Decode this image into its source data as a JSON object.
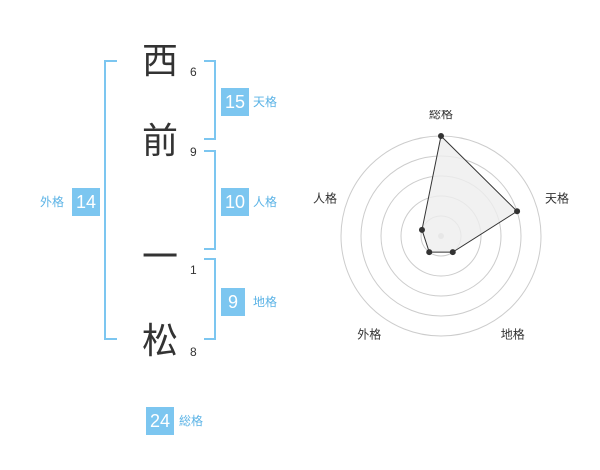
{
  "name": {
    "chars": [
      {
        "char": "西",
        "strokes": "6"
      },
      {
        "char": "前",
        "strokes": "9"
      },
      {
        "char": "一",
        "strokes": "1"
      },
      {
        "char": "松",
        "strokes": "8"
      }
    ]
  },
  "fortune": {
    "tenkaku": {
      "value": "15",
      "label": "天格"
    },
    "jinkaku": {
      "value": "10",
      "label": "人格"
    },
    "chikaku": {
      "value": "9",
      "label": "地格"
    },
    "gaikaku": {
      "value": "14",
      "label": "外格"
    },
    "soukaku": {
      "value": "24",
      "label": "総格"
    }
  },
  "colors": {
    "accent": "#7cc6f0",
    "accent_text": "#5bb3e6",
    "char_text": "#333333",
    "radar_fill": "#eeeeee"
  },
  "chart_data": {
    "type": "radar",
    "axes": [
      "総格",
      "天格",
      "地格",
      "外格",
      "人格"
    ],
    "values": [
      5,
      4,
      1,
      1,
      1
    ],
    "rmax": 5,
    "rings": 5
  }
}
